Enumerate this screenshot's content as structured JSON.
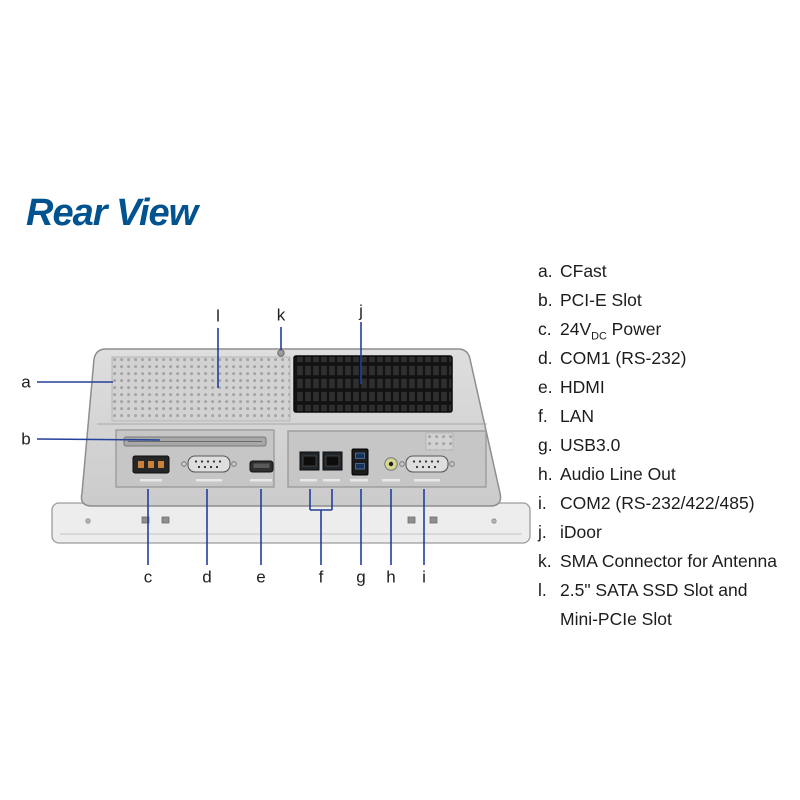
{
  "title": "Rear View",
  "callouts": {
    "a": "a",
    "b": "b",
    "c": "c",
    "d": "d",
    "e": "e",
    "f": "f",
    "g": "g",
    "h": "h",
    "i": "i",
    "j": "j",
    "k": "k",
    "l": "l"
  },
  "legend": [
    {
      "key": "a.",
      "label": "CFast"
    },
    {
      "key": "b.",
      "label": "PCI-E Slot"
    },
    {
      "key": "c.",
      "label_pre": "24V",
      "label_sub": "DC",
      "label_post": " Power"
    },
    {
      "key": "d.",
      "label": "COM1 (RS-232)"
    },
    {
      "key": "e.",
      "label": "HDMI"
    },
    {
      "key": "f.",
      "label": "LAN"
    },
    {
      "key": "g.",
      "label": "USB3.0"
    },
    {
      "key": "h.",
      "label": "Audio Line Out"
    },
    {
      "key": "i.",
      "label": "COM2 (RS-232/422/485)"
    },
    {
      "key": "j.",
      "label": "iDoor"
    },
    {
      "key": "k.",
      "label": "SMA Connector for Antenna"
    },
    {
      "key": "l.",
      "label": "2.5\" SATA SSD Slot and Mini-PCIe Slot"
    }
  ],
  "colors": {
    "title_blue": "#00538f",
    "callout_line_blue": "#23409a",
    "text": "#1c1c1c",
    "device_gray": "#d6d6d6",
    "grill_black": "#151515"
  }
}
